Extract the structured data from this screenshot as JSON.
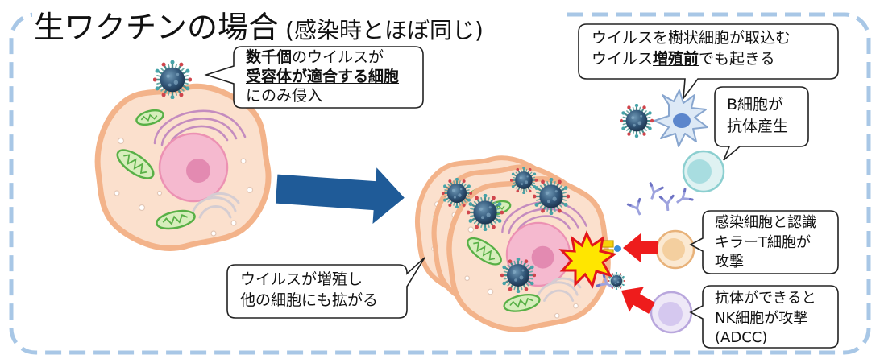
{
  "title": {
    "main": "生ワクチンの場合",
    "sub": "(感染時とほぼ同じ)"
  },
  "bubbles": {
    "entry": {
      "line1_strong": "数千個",
      "line1_rest": "のウイルスが",
      "line2_strong": "受容体が適合する細胞",
      "line3": "にのみ侵入"
    },
    "spread": {
      "line1": "ウイルスが増殖し",
      "line2": "他の細胞にも拡がる"
    },
    "dendritic": {
      "line1": "ウイルスを樹状細胞が取込む",
      "line2_pre": "ウイルス",
      "line2_strong": "増殖前",
      "line2_post": "でも起きる"
    },
    "b_cell": {
      "line1": "B細胞が",
      "line2": "抗体産生"
    },
    "killer_t": {
      "line1": "感染細胞と認識",
      "line2": "キラーT細胞が",
      "line3": "攻撃"
    },
    "nk": {
      "line1": "抗体ができると",
      "line2": "NK細胞が攻撃",
      "line3": "(ADCC)"
    }
  },
  "colors": {
    "border": "#a8c7e6",
    "progress_arrow": "#1f5b98",
    "attack_arrow": "#ee1c1c",
    "cell": "#fbe0cd",
    "membrane": "#f3b38a",
    "nucleus": "#f5b9cf",
    "mitochondrion": "#58b046",
    "explosion": "#ffe600"
  }
}
